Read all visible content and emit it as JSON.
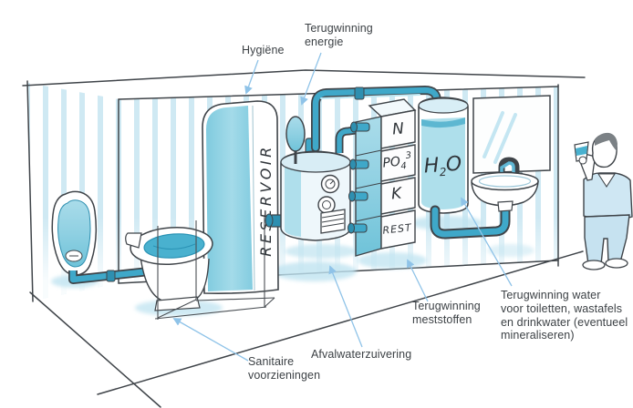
{
  "callouts": {
    "hygiene": "Hygiëne",
    "energy": "Terugwinning\nenergie",
    "fertilizer": "Terugwinning\nmeststoffen",
    "water": "Terugwinning water\nvoor toiletten, wastafels\nen drinkwater (eventueel\nmineraliseren)",
    "sanitary": "Sanitaire\nvoorzieningen",
    "treatment": "Afvalwaterzuivering"
  },
  "equipment_labels": {
    "reservoir": "RESERVOIR",
    "nitrogen": "N",
    "phosphate_main": "PO",
    "phosphate_sub": "4",
    "phosphate_sup": "3",
    "potassium": "K",
    "rest": "REST",
    "water_h": "H",
    "water_h_sub": "2",
    "water_o": "O"
  },
  "colors": {
    "outline": "#3f4449",
    "stripe": "#cfe9f3",
    "wash_light": "#bfe3f0",
    "wash_mid": "#8fd0e2",
    "teal": "#49b1cf",
    "pipe": "#3fa8c9",
    "leader": "#8fc3e8",
    "label_text": "#3c4145"
  }
}
